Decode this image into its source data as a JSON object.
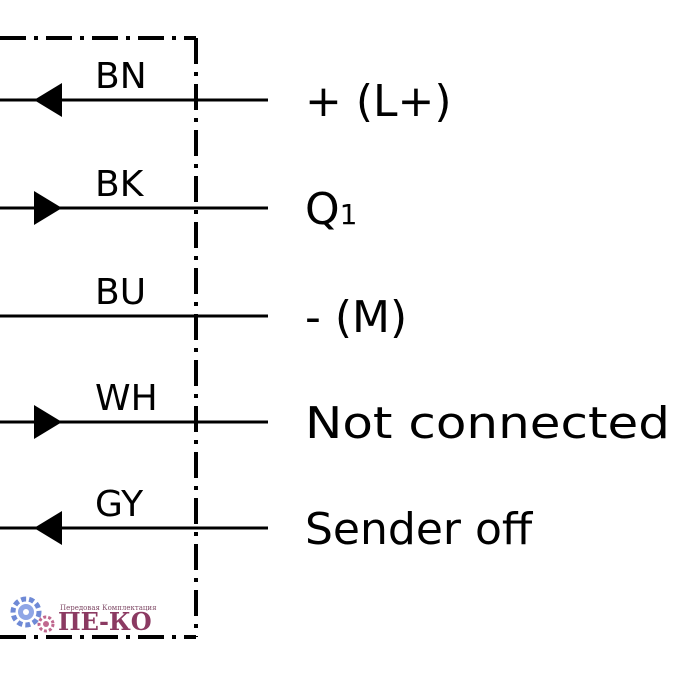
{
  "colors": {
    "ink": "#000000",
    "watermark": "#8b3a62",
    "gear": "#6f8ad6"
  },
  "wires": [
    {
      "code": "BN",
      "signal": "+ (L+)",
      "signal_sub": "",
      "arrow": "in"
    },
    {
      "code": "BK",
      "signal": "Q",
      "signal_sub": "1",
      "arrow": "out"
    },
    {
      "code": "BU",
      "signal": "- (M)",
      "signal_sub": "",
      "arrow": "none"
    },
    {
      "code": "WH",
      "signal": "Not  connected",
      "signal_sub": "",
      "arrow": "out"
    },
    {
      "code": "GY",
      "signal": "Sender off",
      "signal_sub": "",
      "arrow": "in"
    }
  ],
  "watermark": {
    "tagline": "Передовая Комплектация",
    "logo_text": "ПЕ-КО",
    "icon": "gear-icon"
  }
}
